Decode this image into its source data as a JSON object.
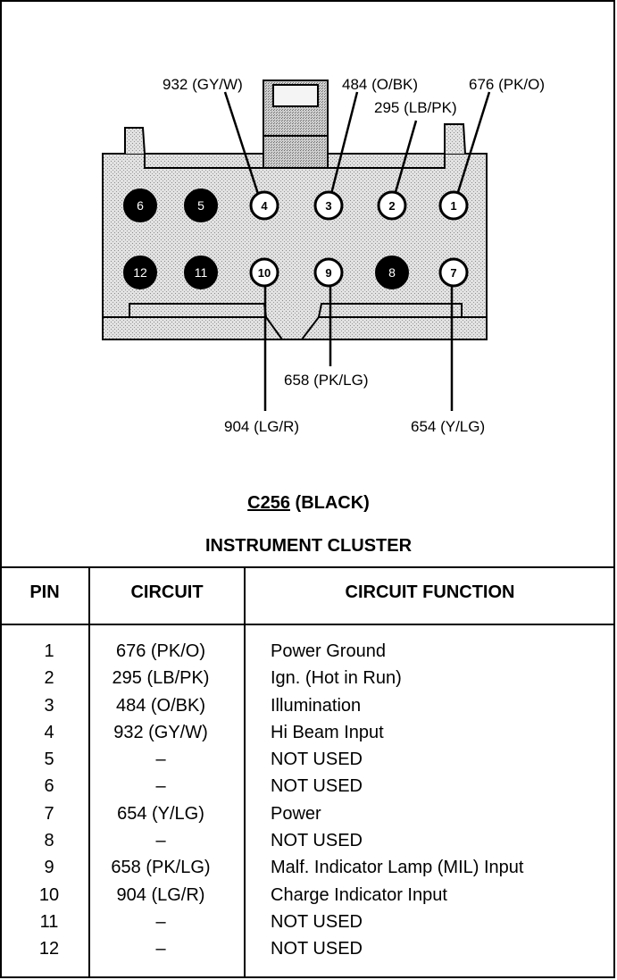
{
  "connector": {
    "id": "C256",
    "color_label": "(BLACK)",
    "component": "INSTRUMENT CLUSTER"
  },
  "callouts": {
    "pin4": "932 (GY/W)",
    "pin3": "484 (O/BK)",
    "pin2": "295 (LB/PK)",
    "pin1": "676 (PK/O)",
    "pin9": "658 (PK/LG)",
    "pin10": "904 (LG/R)",
    "pin7": "654 (Y/LG)"
  },
  "pins_top_row": [
    {
      "num": "6",
      "used": false
    },
    {
      "num": "5",
      "used": false
    },
    {
      "num": "4",
      "used": true
    },
    {
      "num": "3",
      "used": true
    },
    {
      "num": "2",
      "used": true
    },
    {
      "num": "1",
      "used": true
    }
  ],
  "pins_bottom_row": [
    {
      "num": "12",
      "used": false
    },
    {
      "num": "11",
      "used": false
    },
    {
      "num": "10",
      "used": true
    },
    {
      "num": "9",
      "used": true
    },
    {
      "num": "8",
      "used": false
    },
    {
      "num": "7",
      "used": true
    }
  ],
  "table": {
    "headers": {
      "pin": "PIN",
      "circuit": "CIRCUIT",
      "function": "CIRCUIT FUNCTION"
    },
    "rows": [
      {
        "pin": "1",
        "circuit": "676 (PK/O)",
        "function": "Power Ground"
      },
      {
        "pin": "2",
        "circuit": "295 (LB/PK)",
        "function": "Ign. (Hot in Run)"
      },
      {
        "pin": "3",
        "circuit": "484 (O/BK)",
        "function": "Illumination"
      },
      {
        "pin": "4",
        "circuit": "932 (GY/W)",
        "function": "Hi Beam Input"
      },
      {
        "pin": "5",
        "circuit": "–",
        "function": "NOT USED"
      },
      {
        "pin": "6",
        "circuit": "–",
        "function": "NOT USED"
      },
      {
        "pin": "7",
        "circuit": "654 (Y/LG)",
        "function": "Power"
      },
      {
        "pin": "8",
        "circuit": "–",
        "function": "NOT USED"
      },
      {
        "pin": "9",
        "circuit": "658 (PK/LG)",
        "function": "Malf. Indicator Lamp (MIL) Input"
      },
      {
        "pin": "10",
        "circuit": "904 (LG/R)",
        "function": "Charge Indicator Input"
      },
      {
        "pin": "11",
        "circuit": "–",
        "function": "NOT USED"
      },
      {
        "pin": "12",
        "circuit": "–",
        "function": "NOT USED"
      }
    ]
  }
}
